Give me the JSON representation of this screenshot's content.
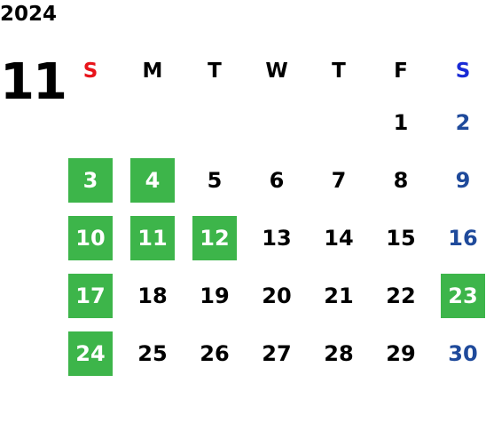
{
  "year": "2024",
  "month": "11",
  "weekdays": [
    {
      "label": "S",
      "color": "#e8141b"
    },
    {
      "label": "M",
      "color": "#000000"
    },
    {
      "label": "T",
      "color": "#000000"
    },
    {
      "label": "W",
      "color": "#000000"
    },
    {
      "label": "T",
      "color": "#000000"
    },
    {
      "label": "F",
      "color": "#000000"
    },
    {
      "label": "S",
      "color": "#1a2bd6"
    }
  ],
  "colors": {
    "highlight": "#3db54a",
    "saturday_number": "#1f4a9b",
    "default_number": "#000000"
  },
  "first_weekday_index": 5,
  "days": [
    {
      "day": "1",
      "highlighted": false
    },
    {
      "day": "2",
      "highlighted": false
    },
    {
      "day": "3",
      "highlighted": true
    },
    {
      "day": "4",
      "highlighted": true
    },
    {
      "day": "5",
      "highlighted": false
    },
    {
      "day": "6",
      "highlighted": false
    },
    {
      "day": "7",
      "highlighted": false
    },
    {
      "day": "8",
      "highlighted": false
    },
    {
      "day": "9",
      "highlighted": false
    },
    {
      "day": "10",
      "highlighted": true
    },
    {
      "day": "11",
      "highlighted": true
    },
    {
      "day": "12",
      "highlighted": true
    },
    {
      "day": "13",
      "highlighted": false
    },
    {
      "day": "14",
      "highlighted": false
    },
    {
      "day": "15",
      "highlighted": false
    },
    {
      "day": "16",
      "highlighted": false
    },
    {
      "day": "17",
      "highlighted": true
    },
    {
      "day": "18",
      "highlighted": false
    },
    {
      "day": "19",
      "highlighted": false
    },
    {
      "day": "20",
      "highlighted": false
    },
    {
      "day": "21",
      "highlighted": false
    },
    {
      "day": "22",
      "highlighted": false
    },
    {
      "day": "23",
      "highlighted": true
    },
    {
      "day": "24",
      "highlighted": true
    },
    {
      "day": "25",
      "highlighted": false
    },
    {
      "day": "26",
      "highlighted": false
    },
    {
      "day": "27",
      "highlighted": false
    },
    {
      "day": "28",
      "highlighted": false
    },
    {
      "day": "29",
      "highlighted": false
    },
    {
      "day": "30",
      "highlighted": false
    }
  ]
}
